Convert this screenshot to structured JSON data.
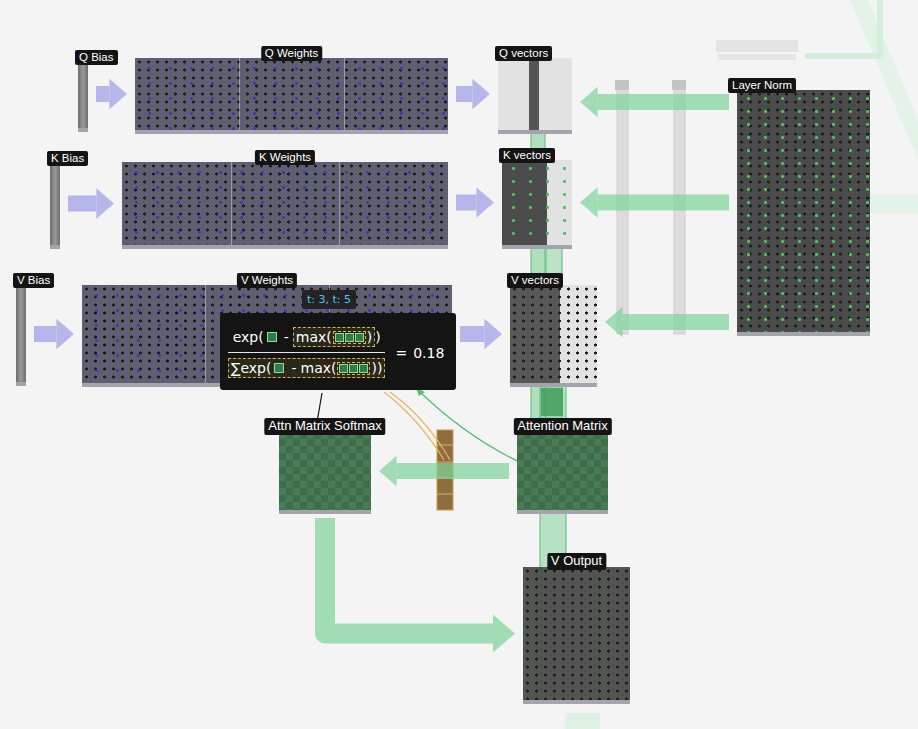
{
  "diagram": {
    "nodes": [
      {
        "text": [
          "Q Bias"
        ]
      },
      {
        "text": [
          "Q Weights"
        ]
      },
      {
        "text": [
          "Q vectors"
        ]
      },
      {
        "text": [
          "K Bias"
        ]
      },
      {
        "text": [
          "K Weights"
        ]
      },
      {
        "text": [
          "K vectors"
        ]
      },
      {
        "text": [
          "V Bias"
        ]
      },
      {
        "text": [
          "V Weights"
        ]
      },
      {
        "text": [
          "V vectors"
        ]
      },
      {
        "text": [
          "Layer Norm"
        ]
      },
      {
        "text": [
          "t: 3, t: 5",
          "exp(",
          "-",
          "max(",
          ")",
          ")",
          "∑exp(",
          "-",
          "max(",
          "))",
          "=",
          "0.18"
        ]
      },
      {
        "text": [
          "Attn Matrix Softmax"
        ]
      },
      {
        "text": [
          "Attention Matrix"
        ]
      },
      {
        "text": [
          "V Output"
        ]
      }
    ],
    "edges": [
      {
        "from": 0,
        "to": 1,
        "arrow": "to"
      },
      {
        "from": 1,
        "to": 2,
        "arrow": "to"
      },
      {
        "from": 3,
        "to": 4,
        "arrow": "to"
      },
      {
        "from": 4,
        "to": 5,
        "arrow": "to"
      },
      {
        "from": 6,
        "to": 7,
        "arrow": "to"
      },
      {
        "from": 7,
        "to": 8,
        "arrow": "to"
      },
      {
        "from": 9,
        "to": 2,
        "arrow": "to"
      },
      {
        "from": 9,
        "to": 5,
        "arrow": "to"
      },
      {
        "from": 9,
        "to": 8,
        "arrow": "to"
      },
      {
        "from": 12,
        "to": 11,
        "arrow": "to"
      },
      {
        "from": 11,
        "to": 13,
        "arrow": "to"
      }
    ]
  }
}
